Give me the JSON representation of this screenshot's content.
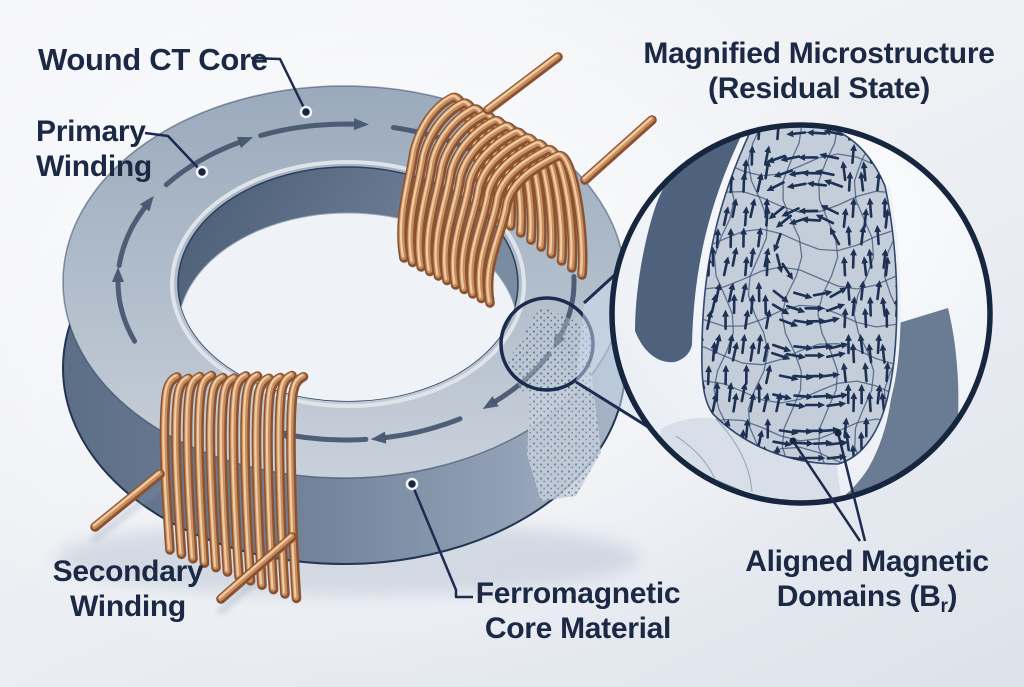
{
  "figure": "Wound current-transformer core cutaway with magnified residual-state microstructure",
  "labels": {
    "wound_ct_core": "Wound CT Core",
    "primary_line1": "Primary",
    "primary_line2": "Winding",
    "magnified_line1": "Magnified Microstructure",
    "magnified_line2": "(Residual State)",
    "secondary_line1": "Secondary",
    "secondary_line2": "Winding",
    "ferro_line1": "Ferromagnetic",
    "ferro_line2": "Core Material",
    "aligned_line1": "Aligned Magnetic",
    "aligned_line2_pre": "Domains (B",
    "aligned_sub": "r",
    "aligned_line2_post": ")"
  },
  "colors": {
    "text": "#1b2944",
    "outline": "#1d2c4e",
    "core_top": "#aab6c6",
    "core_side": "#73849b",
    "copper": "#c78f60",
    "flux_arrow": "#44556f",
    "domain_arrow": "#1e3154",
    "magnifier_ring": "#16263f",
    "cone_fill": "#cfe0f1"
  }
}
